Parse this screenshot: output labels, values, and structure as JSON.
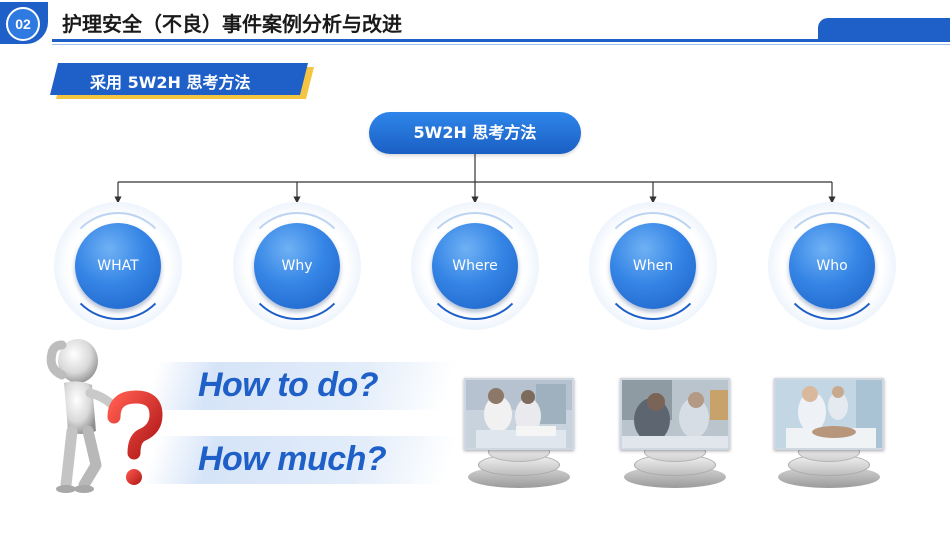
{
  "header": {
    "section_number": "02",
    "title": "护理安全（不良）事件案例分析与改进"
  },
  "subtitle": "采用 5W2H 思考方法",
  "method": {
    "label": "5W2H 思考方法",
    "nodes": [
      "WHAT",
      "Why",
      "Where",
      "When",
      "Who"
    ]
  },
  "questions": [
    "How to do?",
    "How much?"
  ],
  "photos": [
    "photo-nurse-ward",
    "photo-patient-care",
    "photo-medical-procedure"
  ],
  "colors": {
    "primary": "#1e5fc8",
    "accent": "#f3c542",
    "light": "#d6e4f8",
    "question_mark": "#d42a2a"
  }
}
